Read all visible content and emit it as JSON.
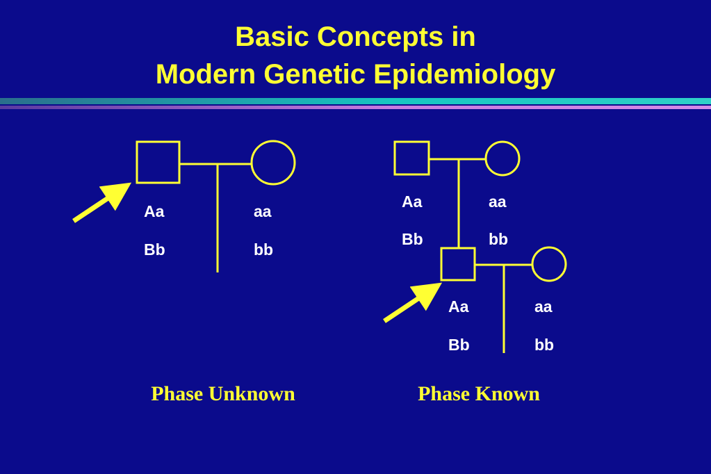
{
  "title": {
    "line1": "Basic Concepts in",
    "line2": "Modern Genetic Epidemiology"
  },
  "colors": {
    "background": "#0B0B8C",
    "accent": "#FFFF33",
    "text": "#FFFFFF"
  },
  "phase_unknown": {
    "caption": "Phase Unknown",
    "father": {
      "gene1": "Aa",
      "gene2": "Bb"
    },
    "mother": {
      "gene1": "aa",
      "gene2": "bb"
    }
  },
  "phase_known": {
    "caption": "Phase Known",
    "grandfather": {
      "gene1": "Aa",
      "gene2": "Bb"
    },
    "grandmother": {
      "gene1": "aa",
      "gene2": "bb"
    },
    "son": {
      "gene1": "Aa",
      "gene2": "Bb"
    },
    "partner": {
      "gene1": "aa",
      "gene2": "bb"
    }
  },
  "icons": {
    "male": "square",
    "female": "circle",
    "proband": "arrow"
  }
}
